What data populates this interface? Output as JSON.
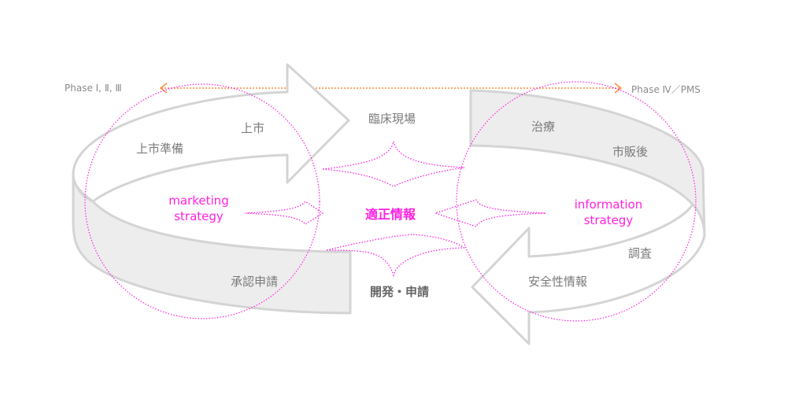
{
  "phase_left": "Phase Ⅰ, Ⅱ, Ⅲ",
  "phase_right": "Phase Ⅳ／PMS",
  "labels": {
    "jouichi": "上市",
    "jouichi_junbi": "上市準備",
    "rinsho": "臨床現場",
    "chiryo": "治療",
    "shihango": "市販後",
    "chosa": "調査",
    "anzensei": "安全性情報",
    "shonin": "承認申請",
    "kaihatsu": "開発・申請",
    "center": "適正情報"
  },
  "marketing": {
    "line1": "marketing",
    "line2": "strategy"
  },
  "information": {
    "line1": "information",
    "line2": "strategy"
  },
  "colors": {
    "accent": "#ff22e0",
    "phase_arrow": "#ff8a3d",
    "arrow_stroke": "#d4d4d4",
    "band_fill": "#ededed"
  }
}
